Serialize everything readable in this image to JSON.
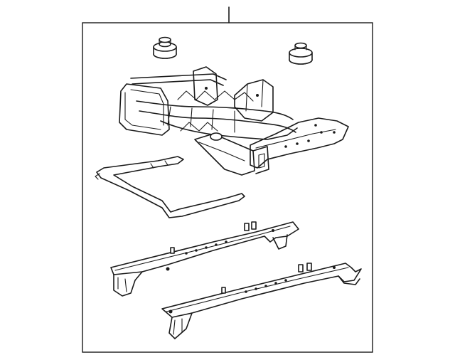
{
  "diagram": {
    "callouts": [],
    "parts": [
      {
        "part": "seat-frame-assembly"
      },
      {
        "part": "mount-nut-left"
      },
      {
        "part": "mount-nut-right"
      },
      {
        "part": "release-rod"
      },
      {
        "part": "seat-track-upper"
      },
      {
        "part": "seat-track-lower"
      }
    ]
  }
}
